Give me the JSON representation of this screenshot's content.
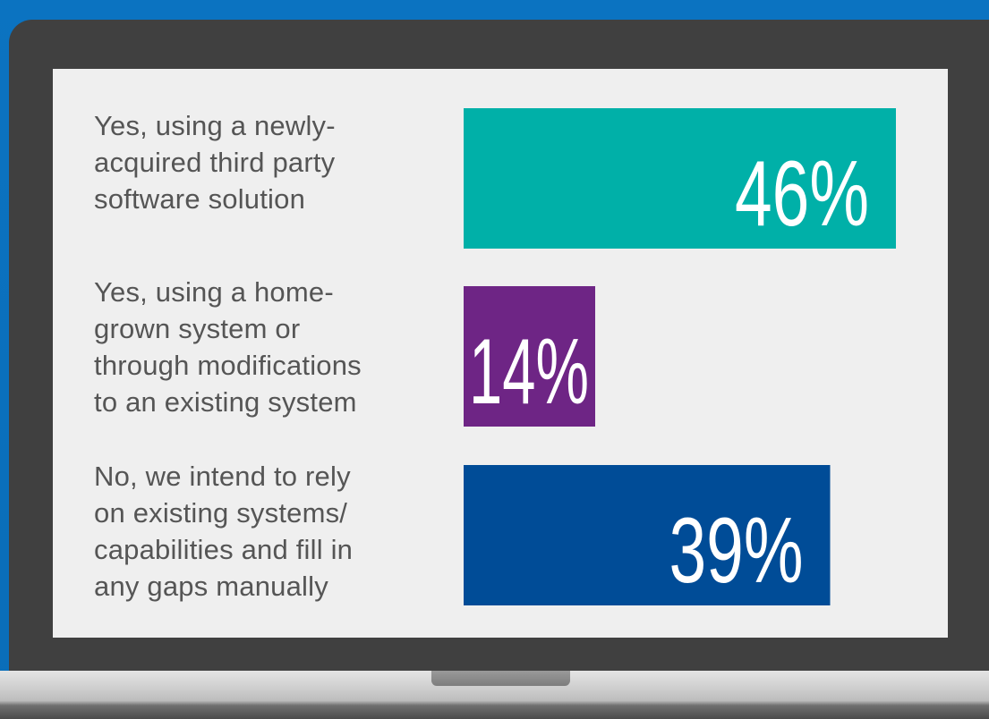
{
  "chart_data": {
    "type": "bar",
    "orientation": "horizontal",
    "categories": [
      "Yes, using a newly-\nacquired third party\nsoftware solution",
      "Yes, using a home-\ngrown system or\nthrough modifications\nto an existing system",
      "No, we intend to rely\non existing systems/\ncapabilities and fill in\nany gaps manually"
    ],
    "values": [
      46,
      14,
      39
    ],
    "value_labels": [
      "46%",
      "14%",
      "39%"
    ],
    "colors": [
      "#00b0a8",
      "#6e2585",
      "#004c97"
    ],
    "xlim": [
      0,
      46
    ]
  }
}
